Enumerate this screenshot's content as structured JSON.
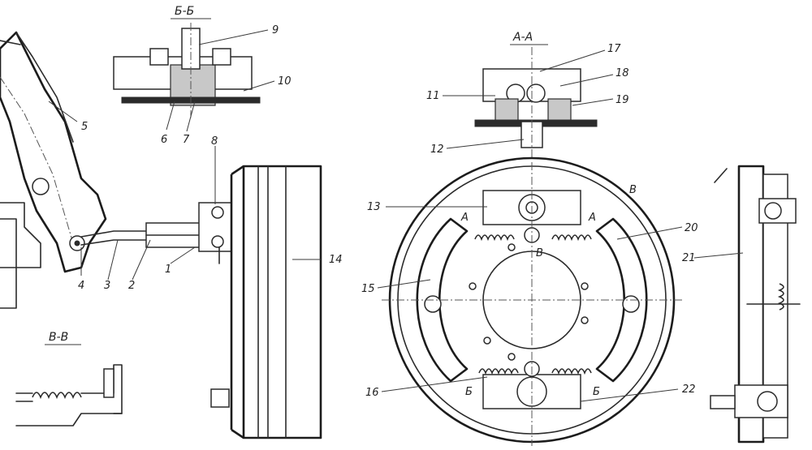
{
  "sections": {
    "bb": "Б-Б",
    "aa": "А-А",
    "vv": "В-В"
  },
  "markers": {
    "a_left": "А",
    "a_right": "А",
    "b_left": "Б",
    "b_right": "Б",
    "v_mid": "В",
    "v_top": "В"
  },
  "labels": {
    "n1": "1",
    "n2": "2",
    "n3": "3",
    "n4": "4",
    "n5": "5",
    "n6": "6",
    "n7": "7",
    "n8": "8",
    "n9": "9",
    "n10": "10",
    "n11": "11",
    "n12": "12",
    "n13": "13",
    "n14": "14",
    "n15": "15",
    "n16": "16",
    "n17": "17",
    "n18": "18",
    "n19": "19",
    "n20": "20",
    "n21": "21",
    "n22": "22"
  }
}
